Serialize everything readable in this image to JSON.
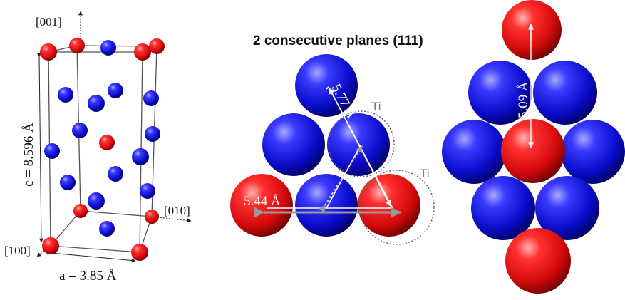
{
  "unit_cell": {
    "axis_labels": {
      "c_axis": "[001]",
      "b_axis": "[010]",
      "a_axis": "[100]"
    },
    "c_dimension": "c = 8.596 Å",
    "a_dimension": "a = 3.85 Å"
  },
  "planes": {
    "title": "2 consecutive planes (111)",
    "distance_a": "5.77 Å",
    "distance_b": "5.44 Å",
    "label_ti_1": "Ti",
    "label_ti_2": "Ti"
  },
  "stack": {
    "distance": "5.09 Å"
  },
  "colors": {
    "atom_red": "#e8141c",
    "atom_blue": "#1414d4",
    "line": "#222222"
  }
}
